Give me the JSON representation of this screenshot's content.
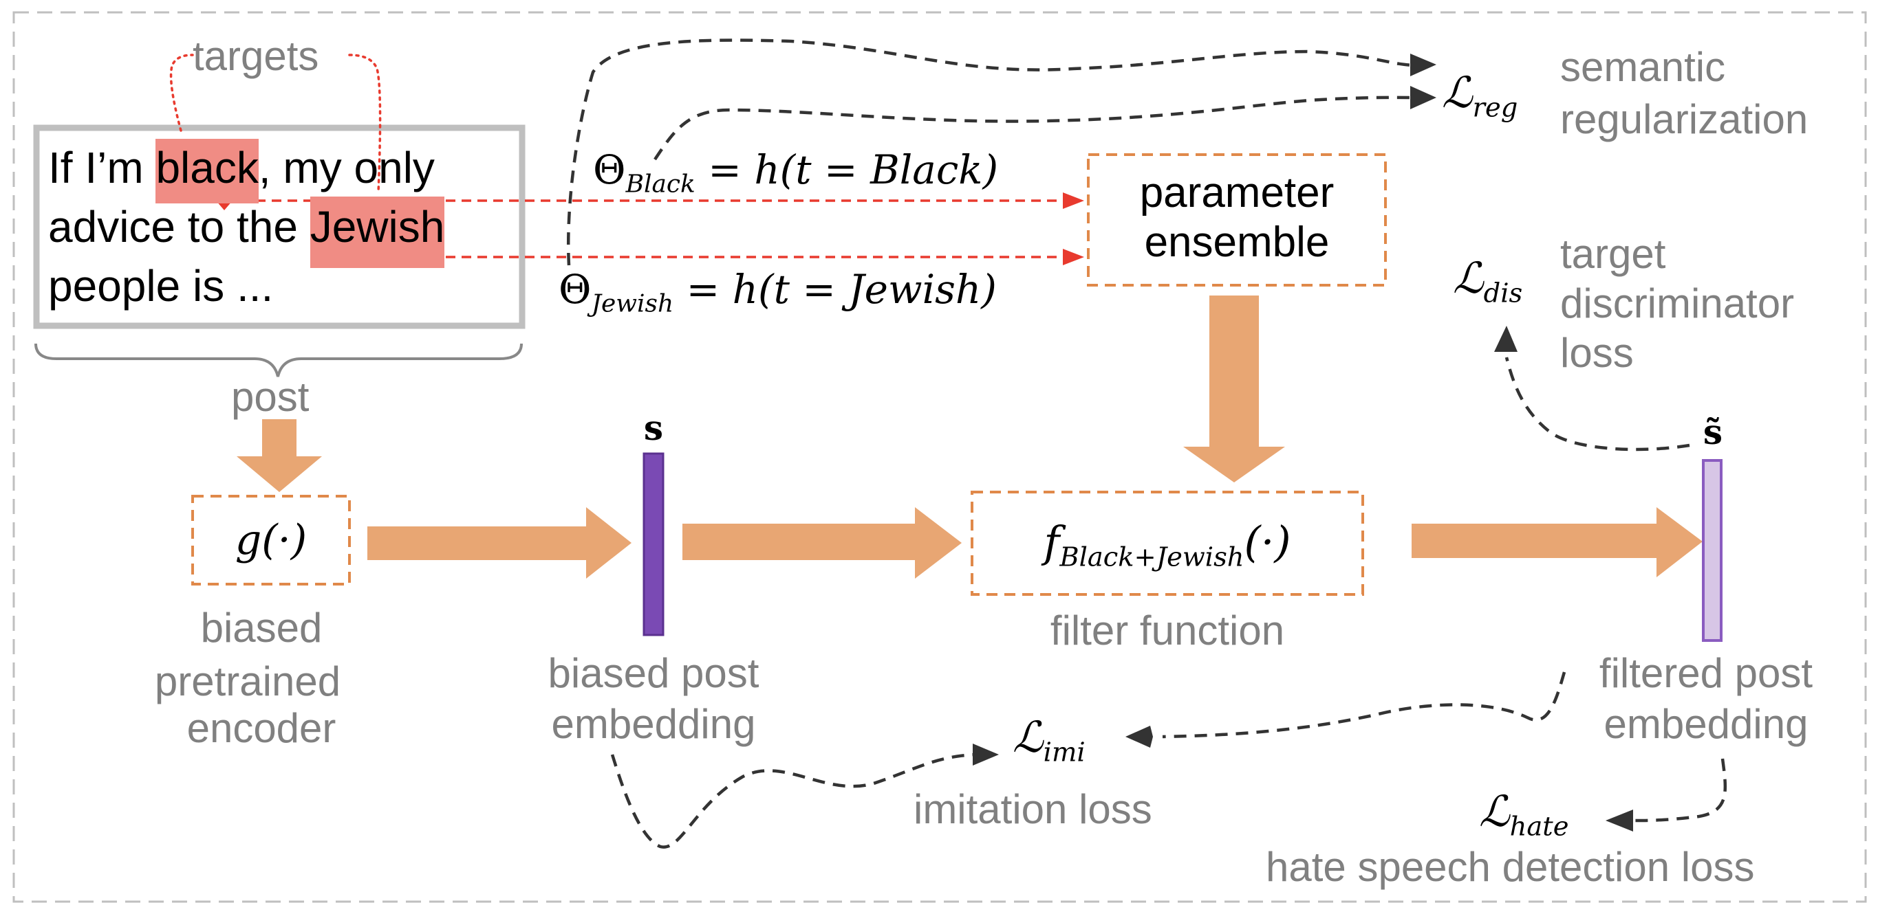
{
  "colors": {
    "accent": "#e8a673",
    "arrow_red": "#e83a2e",
    "highlight": "#f08c84",
    "embedding_dark": "#7a4ab4",
    "embedding_light": "#d7c6e6",
    "gray_text": "#808080",
    "dash_gray": "#333333",
    "border_gray": "#bfbfbf"
  },
  "post": {
    "targets_label": "targets",
    "line1_pre": "If I’m ",
    "line1_hl": "black",
    "line1_post": ", my only",
    "line2_pre": "advice to the ",
    "line2_hl": "Jewish",
    "line3": "people is ...",
    "label": "post"
  },
  "params": {
    "theta_black": {
      "sym": "Θ",
      "sub": "Black",
      "rhs": " = h(t = Black)"
    },
    "theta_jewish": {
      "sym": "Θ",
      "sub": "Jewish",
      "rhs": " = h(t = Jewish)"
    },
    "ensemble_line1": "parameter",
    "ensemble_line2": "ensemble"
  },
  "encoder": {
    "symbol": "g(·)",
    "label_line1": "biased",
    "label_line2": "pretrained",
    "label_line3": "encoder"
  },
  "embedding_s": {
    "symbol": "s",
    "label_line1": "biased post",
    "label_line2": "embedding"
  },
  "filter": {
    "symbol_main": "f",
    "symbol_sub": "Black+Jewish",
    "symbol_tail": "(·)",
    "label": "filter function"
  },
  "embedding_s_tilde": {
    "symbol": "s̃",
    "label_line1": "filtered post",
    "label_line2": "embedding"
  },
  "losses": {
    "reg": {
      "sym": "ℒ",
      "sub": "reg",
      "label_line1": "semantic",
      "label_line2": "regularization"
    },
    "dis": {
      "sym": "ℒ",
      "sub": "dis",
      "label_line1": "target",
      "label_line2": "discriminator",
      "label_line3": "loss"
    },
    "imi": {
      "sym": "ℒ",
      "sub": "imi",
      "label": "imitation loss"
    },
    "hate": {
      "sym": "ℒ",
      "sub": "hate",
      "label": "hate speech detection loss"
    }
  }
}
